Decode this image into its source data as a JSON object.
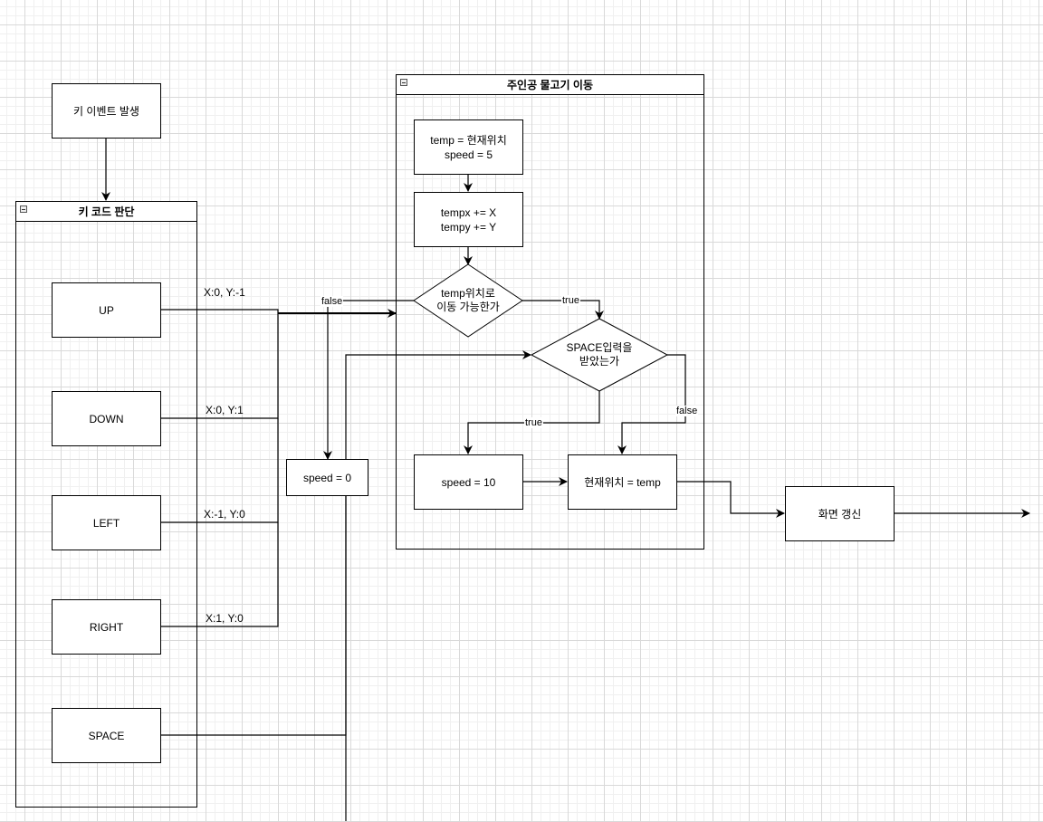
{
  "diagram": {
    "nodes": {
      "key_event": "키 이벤트 발생",
      "up": "UP",
      "down": "DOWN",
      "left": "LEFT",
      "right": "RIGHT",
      "space": "SPACE",
      "speed_zero": "speed = 0",
      "init": "temp = 현재위치\nspeed = 5",
      "add_delta": "tempx += X\ntempy += Y",
      "can_move": "temp위치로\n이동 가능한가",
      "space_pressed": "SPACE입력을\n받았는가",
      "speed_ten": "speed = 10",
      "assign_pos": "현재위치 = temp",
      "redraw": "화면 갱신"
    },
    "swimlanes": {
      "keycode": "키 코드 판단",
      "player_move": "주인공 물고기 이동"
    },
    "edge_labels": {
      "up": "X:0, Y:-1",
      "down": "X:0, Y:1",
      "left": "X:-1, Y:0",
      "right": "X:1, Y:0",
      "can_move_false": "false",
      "can_move_true": "true",
      "space_true": "true",
      "space_false": "false"
    },
    "colors": {
      "stroke": "#000000",
      "fill": "#ffffff",
      "grid": "#d9d9d9"
    }
  }
}
